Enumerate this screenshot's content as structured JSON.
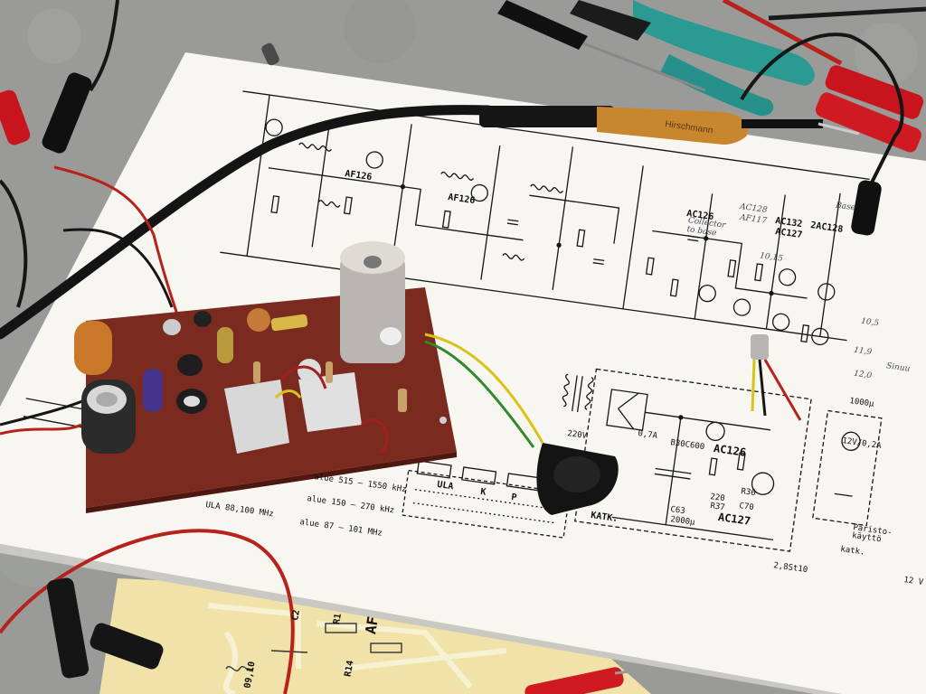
{
  "scene": {
    "description_free": true,
    "colors": {
      "bench": "#9a9b99",
      "paper": "#f7f6f1",
      "pcb": "#7a2a1f",
      "ink": "#111111",
      "probe_body": "#c8862f",
      "wire_red": "#b8221c",
      "wire_black": "#141414",
      "wire_yellow": "#d9c21a",
      "wire_green": "#2f8a2a",
      "pliers": "#2a9a92",
      "lower_sheet": "#f0e2a8"
    }
  },
  "schematic_labels": {
    "af126_a": "AF126",
    "af126_b": "AF126",
    "ac126_top": "AC126",
    "ac132": "AC132",
    "ac127_top": "AC127",
    "zac128": "2AC128",
    "ac126_psu": "AC126",
    "ac127_psu": "AC127",
    "b30c600": "B30C600",
    "c63": "C63",
    "c63_val": "2000µ",
    "r30": "220",
    "r37": "R37",
    "c70": "C70",
    "r36": "R36",
    "zener": "2,8St10",
    "volt_220": "220V",
    "volt_12": "12V/0,2A",
    "fuse": "0,7A",
    "band_1": "alue 515 – 1550 kHz",
    "band_2": "alue 150 – 270 kHz",
    "band_3": "alue 87 – 101 MHz",
    "ula": "ULA 88,100 MHz",
    "box_ula": "ULA",
    "box_k": "K",
    "box_p": "P",
    "box_katk": "KATK.",
    "kayttö": "Paristo-\nkäyttö",
    "katk2": "katk.",
    "cap_1000": "1000µ",
    "v12_side": "12 V"
  },
  "handwritten": {
    "collector": "Collector\nto base",
    "ac128": "AC128",
    "af117": "AF117",
    "base": "Base",
    "junk_1": "10,15",
    "junk_2": "11,9",
    "junk_3": "12,0",
    "junk_4": "10,5",
    "nonme": "Sinuu"
  },
  "lower_sheet_labels": {
    "r1": "R1",
    "r14": "R14",
    "af": "AF",
    "c2": "C2",
    "num": "09,10"
  },
  "probe_label": "Hirschmann"
}
